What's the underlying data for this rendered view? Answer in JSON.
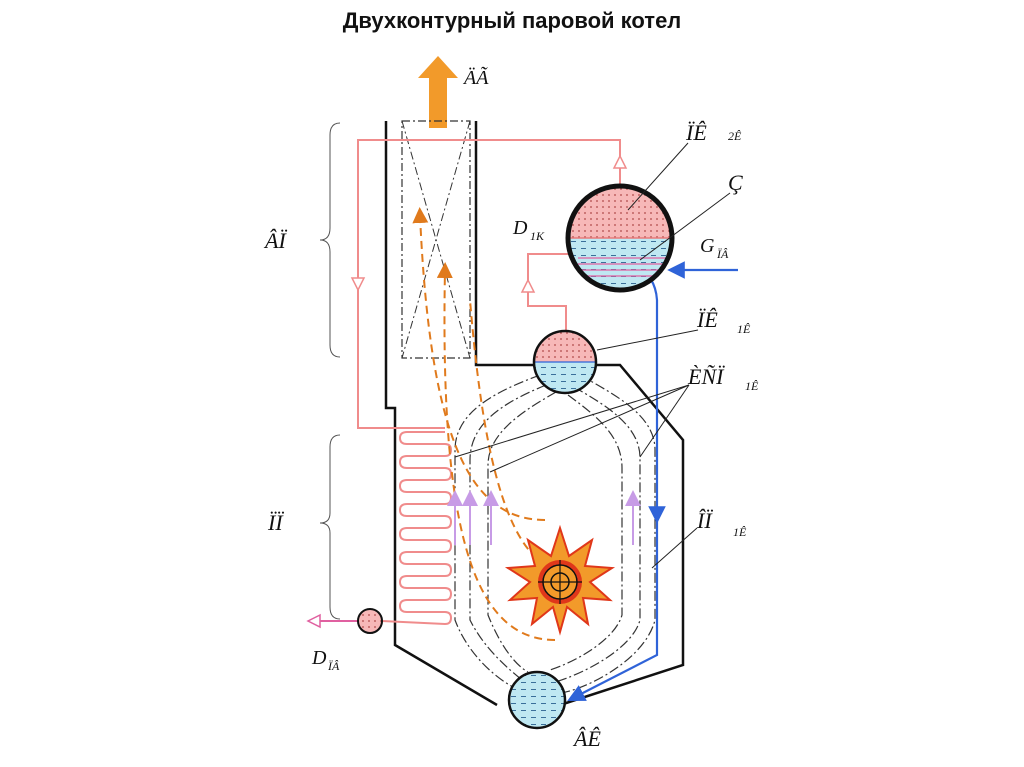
{
  "title": "Двухконтурный паровой котел",
  "labels": {
    "flue_gas": "ÄÃ",
    "drum2_main": "ÏÊ",
    "drum2_sub": "2Ê",
    "c_label": "Ç",
    "d1k_main": "D",
    "d1k_sub": "1K",
    "feed_main": "G",
    "feed_sub": "ÏÂ",
    "drum1_main": "ÏÊ",
    "drum1_sub": "1Ê",
    "screens_main": "ÈÑÏ",
    "screens_sub": "1Ê",
    "downcomer_main": "ÎÏ",
    "downcomer_sub": "1Ê",
    "economizer_zone": "ÂÏ",
    "superheater_zone": "ÏÏ",
    "steam_out_main": "D",
    "steam_out_sub": "ÏÂ",
    "lower_collector": "ÂÊ"
  },
  "colors": {
    "wall": "#111111",
    "steam_pink": "#f08c8c",
    "steam_fill": "#f7b8b8",
    "water_fill": "#bfe8f2",
    "water_line": "#2f63d8",
    "flame_orange": "#f29a2a",
    "flame_red": "#e0371a",
    "gas_path": "#e07a1c",
    "rise_violet": "#c79be6",
    "outlet_pink": "#e060a0"
  }
}
